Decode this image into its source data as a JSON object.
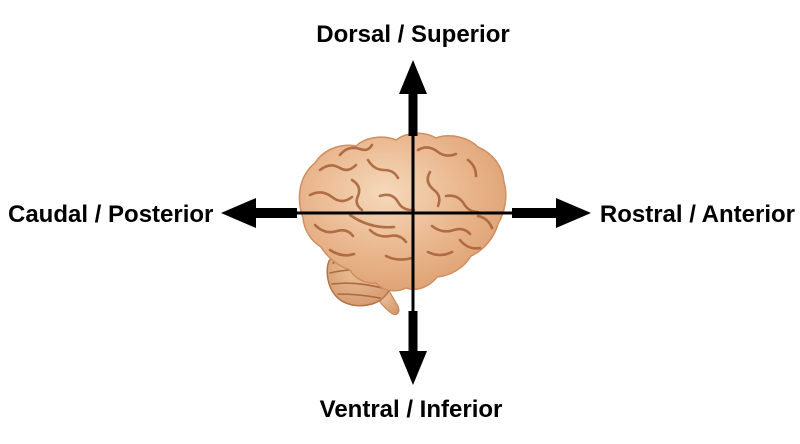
{
  "diagram": {
    "labels": {
      "top": "Dorsal / Superior",
      "bottom": "Ventral / Inferior",
      "left": "Caudal / Posterior",
      "right": "Rostral / Anterior"
    },
    "colors": {
      "background": "#ffffff",
      "axis_and_text": "#000000",
      "brain_highlight": "#f5d9ba",
      "brain_mid": "#e8b288",
      "brain_shadow": "#d89868",
      "brain_sulci": "#a65f36"
    }
  }
}
